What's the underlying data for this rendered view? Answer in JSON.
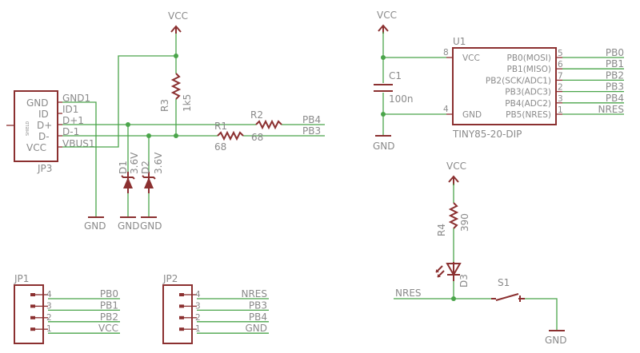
{
  "power": {
    "vcc": "VCC",
    "gnd": "GND"
  },
  "usb": {
    "ref": "JP3",
    "pins": [
      "GND",
      "ID",
      "D+",
      "D-",
      "VCC"
    ],
    "pads": [
      "GND1",
      "ID1",
      "D+1",
      "D-1",
      "VBUS1"
    ],
    "shield": "SHIELD"
  },
  "r3": {
    "name": "R3",
    "value": "1k5"
  },
  "r1": {
    "name": "R1",
    "value": "68"
  },
  "r2": {
    "name": "R2",
    "value": "68"
  },
  "d1": {
    "name": "D1",
    "value": "3.6V"
  },
  "d2": {
    "name": "D2",
    "value": "3.6V"
  },
  "nets": {
    "pb4": "PB4",
    "pb3": "PB3",
    "nres": "NRES"
  },
  "c1": {
    "name": "C1",
    "value": "100n"
  },
  "u1": {
    "ref": "U1",
    "part": "TINY85-20-DIP",
    "left_pins": [
      {
        "label": "VCC",
        "num": "8"
      },
      {
        "label": "GND",
        "num": "4"
      }
    ],
    "right_pins": [
      {
        "label": "PB0(MOSI)",
        "num": "5",
        "net": "PB0"
      },
      {
        "label": "PB1(MISO)",
        "num": "6",
        "net": "PB1"
      },
      {
        "label": "PB2(SCK/ADC1)",
        "num": "7",
        "net": "PB2"
      },
      {
        "label": "PB3(ADC3)",
        "num": "2",
        "net": "PB3"
      },
      {
        "label": "PB4(ADC2)",
        "num": "3",
        "net": "PB4"
      },
      {
        "label": "PB5(NRES)",
        "num": "1",
        "net": "NRES"
      }
    ]
  },
  "r4": {
    "name": "R4",
    "value": "390"
  },
  "d3": {
    "name": "D3"
  },
  "s1": {
    "name": "S1"
  },
  "jp1": {
    "ref": "JP1",
    "pins": [
      {
        "num": "4",
        "net": "PB0"
      },
      {
        "num": "3",
        "net": "PB1"
      },
      {
        "num": "2",
        "net": "PB2"
      },
      {
        "num": "1",
        "net": "VCC"
      }
    ]
  },
  "jp2": {
    "ref": "JP2",
    "pins": [
      {
        "num": "4",
        "net": "NRES"
      },
      {
        "num": "3",
        "net": "PB3"
      },
      {
        "num": "2",
        "net": "PB4"
      },
      {
        "num": "1",
        "net": "GND"
      }
    ]
  }
}
